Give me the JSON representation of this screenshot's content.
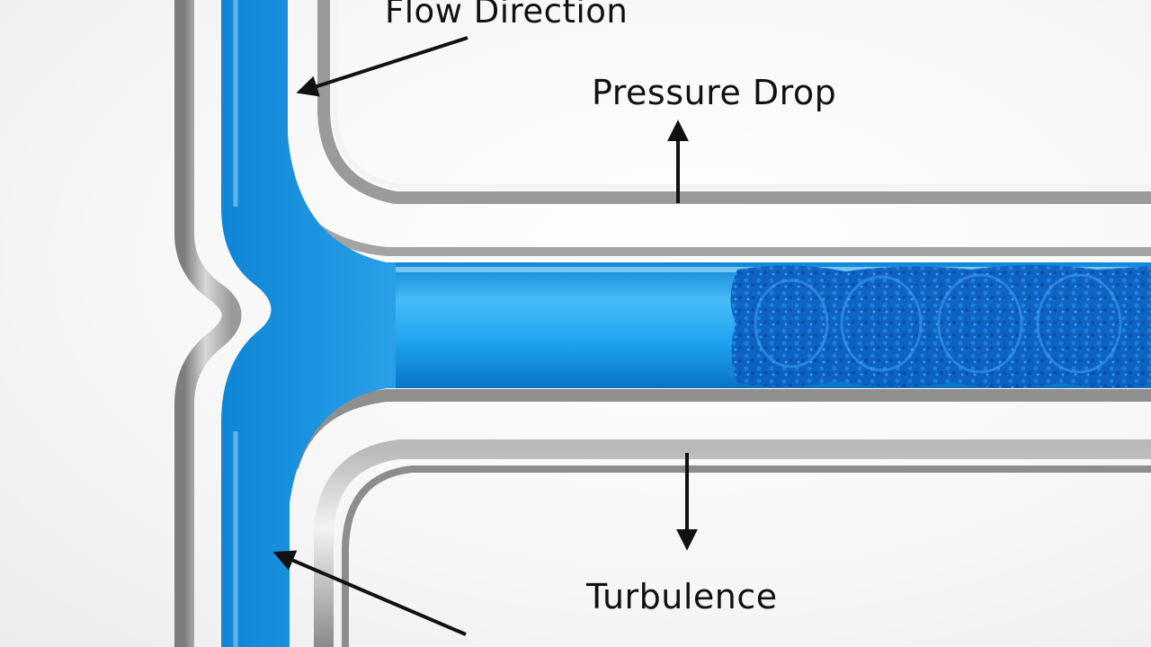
{
  "labels": {
    "flow_direction": "Flow Direction",
    "pressure_drop": "Pressure Drop",
    "turbulence": "Turbulence"
  },
  "colors": {
    "fluid": "#1ea2ee",
    "fluid_dark": "#0a78c8",
    "turbulence": "#0b4fae",
    "pipe_wall": "#8e8e8e",
    "pipe_highlight": "#f4f4f4",
    "arrow": "#111111"
  }
}
